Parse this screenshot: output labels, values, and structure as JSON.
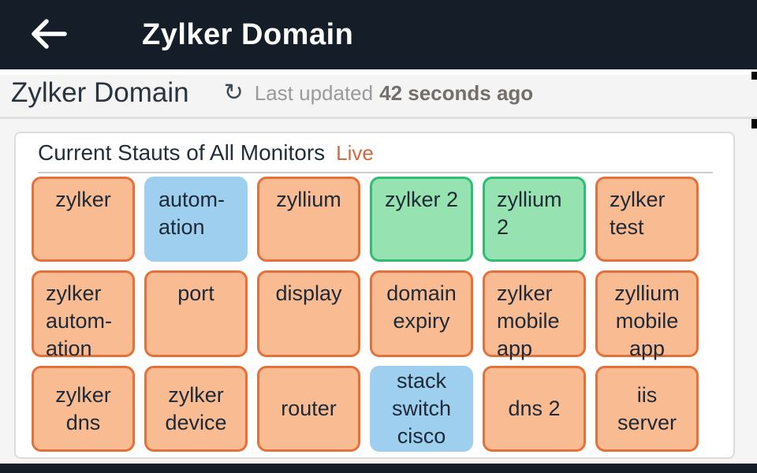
{
  "app_bar": {
    "title": "Zylker Domain"
  },
  "header": {
    "title": "Zylker Domain",
    "refresh_icon": "↻",
    "last_updated_label": "Last updated",
    "last_updated_value": "42 seconds ago"
  },
  "card": {
    "title": "Current Stauts of All Monitors",
    "live_label": "Live"
  },
  "colors": {
    "appbar-bg": "#151e28",
    "accent-live": "#d2683f",
    "trouble-bg": "#f9bb92",
    "trouble-border": "#e5703a",
    "up-bg": "#96e2b1",
    "up-border": "#2ebd73",
    "maintenance-bg": "#9ecfef",
    "tile-text": "#1d2936"
  },
  "status_legend": {
    "trouble": "orange",
    "up": "green",
    "maintenance": "blue"
  },
  "monitors": [
    {
      "label": "zylker",
      "status": "trouble",
      "h": "center",
      "v": "top"
    },
    {
      "label": "autom-\nation",
      "status": "maintenance",
      "h": "left",
      "v": "top"
    },
    {
      "label": "zyllium",
      "status": "trouble",
      "h": "center",
      "v": "top"
    },
    {
      "label": "zylker 2",
      "status": "up",
      "h": "center",
      "v": "top"
    },
    {
      "label": "zyllium\n2",
      "status": "up",
      "h": "left",
      "v": "top"
    },
    {
      "label": "zylker\ntest",
      "status": "trouble",
      "h": "left",
      "v": "top"
    },
    {
      "label": "zylker\nautom-\nation",
      "status": "trouble",
      "h": "left",
      "v": "top"
    },
    {
      "label": "port",
      "status": "trouble",
      "h": "center",
      "v": "top"
    },
    {
      "label": "display",
      "status": "trouble",
      "h": "center",
      "v": "top"
    },
    {
      "label": "domain\nexpiry",
      "status": "trouble",
      "h": "center",
      "v": "top"
    },
    {
      "label": "zylker\nmobile\napp",
      "status": "trouble",
      "h": "left",
      "v": "top"
    },
    {
      "label": "zyllium\nmobile\napp",
      "status": "trouble",
      "h": "center",
      "v": "top"
    },
    {
      "label": "zylker\ndns",
      "status": "trouble",
      "h": "center",
      "v": "middle"
    },
    {
      "label": "zylker\ndevice",
      "status": "trouble",
      "h": "center",
      "v": "middle"
    },
    {
      "label": "router",
      "status": "trouble",
      "h": "center",
      "v": "middle"
    },
    {
      "label": "stack\nswitch\ncisco",
      "status": "maintenance",
      "h": "center",
      "v": "middle"
    },
    {
      "label": "dns 2",
      "status": "trouble",
      "h": "center",
      "v": "middle"
    },
    {
      "label": "iis\nserver",
      "status": "trouble",
      "h": "center",
      "v": "middle"
    }
  ]
}
